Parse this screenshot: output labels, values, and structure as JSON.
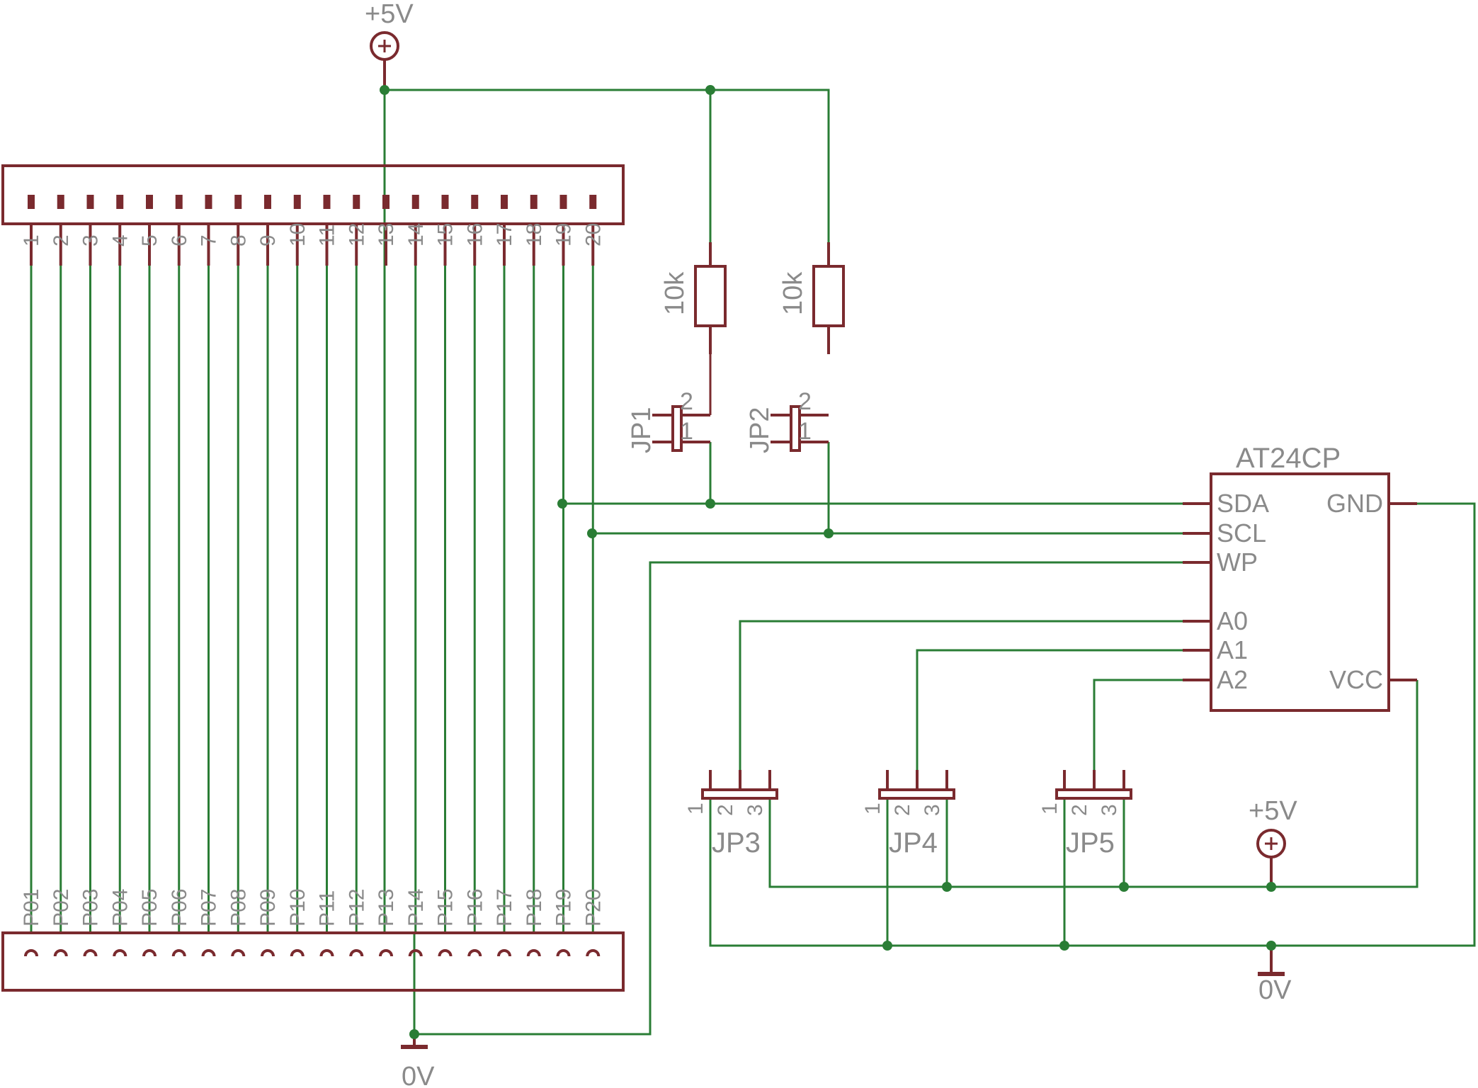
{
  "power": {
    "vcc_top_label": "+5V",
    "vcc_right_label": "+5V",
    "gnd_left_label": "0V",
    "gnd_right_label": "0V"
  },
  "header_top": {
    "pins": [
      "1",
      "2",
      "3",
      "4",
      "5",
      "6",
      "7",
      "8",
      "9",
      "10",
      "11",
      "12",
      "13",
      "14",
      "15",
      "16",
      "17",
      "18",
      "19",
      "20"
    ]
  },
  "header_bottom": {
    "pins": [
      "P01",
      "P02",
      "P03",
      "P04",
      "P05",
      "P06",
      "P07",
      "P08",
      "P09",
      "P10",
      "P11",
      "P12",
      "P13",
      "P14",
      "P15",
      "P16",
      "P17",
      "P18",
      "P19",
      "P20"
    ]
  },
  "resistors": [
    {
      "value": "10k"
    },
    {
      "value": "10k"
    }
  ],
  "jumpers2": [
    {
      "name": "JP1",
      "pin2": "2",
      "pin1": "1"
    },
    {
      "name": "JP2",
      "pin2": "2",
      "pin1": "1"
    }
  ],
  "jumpers3": [
    {
      "name": "JP3",
      "p1": "1",
      "p2": "2",
      "p3": "3"
    },
    {
      "name": "JP4",
      "p1": "1",
      "p2": "2",
      "p3": "3"
    },
    {
      "name": "JP5",
      "p1": "1",
      "p2": "2",
      "p3": "3"
    }
  ],
  "ic": {
    "name": "AT24CP",
    "pins": {
      "sda": "SDA",
      "scl": "SCL",
      "wp": "WP",
      "a0": "A0",
      "a1": "A1",
      "a2": "A2",
      "gnd": "GND",
      "vcc": "VCC"
    }
  },
  "colors": {
    "wire": "#2a7d35",
    "symbol": "#7a2a2e",
    "label": "#8a8a8a"
  }
}
